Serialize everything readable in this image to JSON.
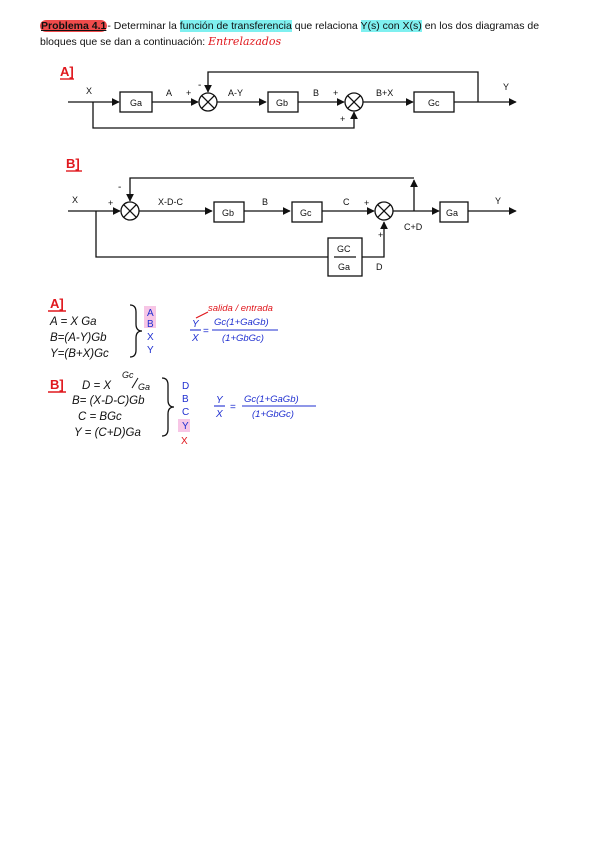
{
  "problem": {
    "label": "Problema 4.1",
    "text_1": "- Determinar la ",
    "highlight_1": "función de transferencia",
    "text_2": " que relaciona ",
    "highlight_2": "Y(s) con X(s)",
    "text_3": " en los dos diagramas de bloques que se dan a continuación:",
    "annotation": "Entrelazados"
  },
  "diagram_a": {
    "tag": "A]",
    "in_label": "X",
    "out_label": "Y",
    "block_1": "Ga",
    "block_2": "Gb",
    "block_3": "Gc",
    "sig_1": "A",
    "sig_2": "A-Y",
    "sig_3": "B",
    "sig_4": "B+X",
    "plus": "+",
    "minus": "-"
  },
  "diagram_b": {
    "tag": "B]",
    "in_label": "X",
    "out_label": "Y",
    "block_1": "Gb",
    "block_2": "Gc",
    "block_3": "Ga",
    "frac_num": "GC",
    "frac_den": "Ga",
    "sig_1": "X-D-C",
    "sig_2": "B",
    "sig_3": "C",
    "sig_4": "C+D",
    "sig_5": "D",
    "plus": "+",
    "minus": "-"
  },
  "notes_a": {
    "tag": "A]",
    "eq_1": "A = X Ga",
    "eq_2": "B=(A-Y)Gb",
    "eq_3": "Y=(B+X)Gc",
    "vars": [
      "A",
      "B",
      "X",
      "Y"
    ],
    "side_note": "salida / entrada",
    "lhs_num": "Y",
    "lhs_den": "X",
    "rhs_num": "Gc(1+GaGb)",
    "rhs_den": "(1+GbGc)"
  },
  "notes_b": {
    "tag": "B]",
    "eq_1": "D = X",
    "eq_1_frac_num": "Gc",
    "eq_1_frac_den": "Ga",
    "eq_2": "B= (X-D-C)Gb",
    "eq_3": "C = BGc",
    "eq_4": "Y = (C+D)Ga",
    "vars": [
      "D",
      "B",
      "C",
      "Y",
      "X"
    ],
    "lhs_num": "Y",
    "lhs_den": "X",
    "rhs_num": "Gc(1+GaGb)",
    "rhs_den": "(1+GbGc)"
  },
  "colors": {
    "ink": "#111111",
    "pen_blue": "#1f2fd0",
    "pen_red": "#e0181e",
    "hl_cyan": "#7ff0f0",
    "hl_red": "#ef4b4b",
    "hl_pink": "#f7c6e6"
  }
}
